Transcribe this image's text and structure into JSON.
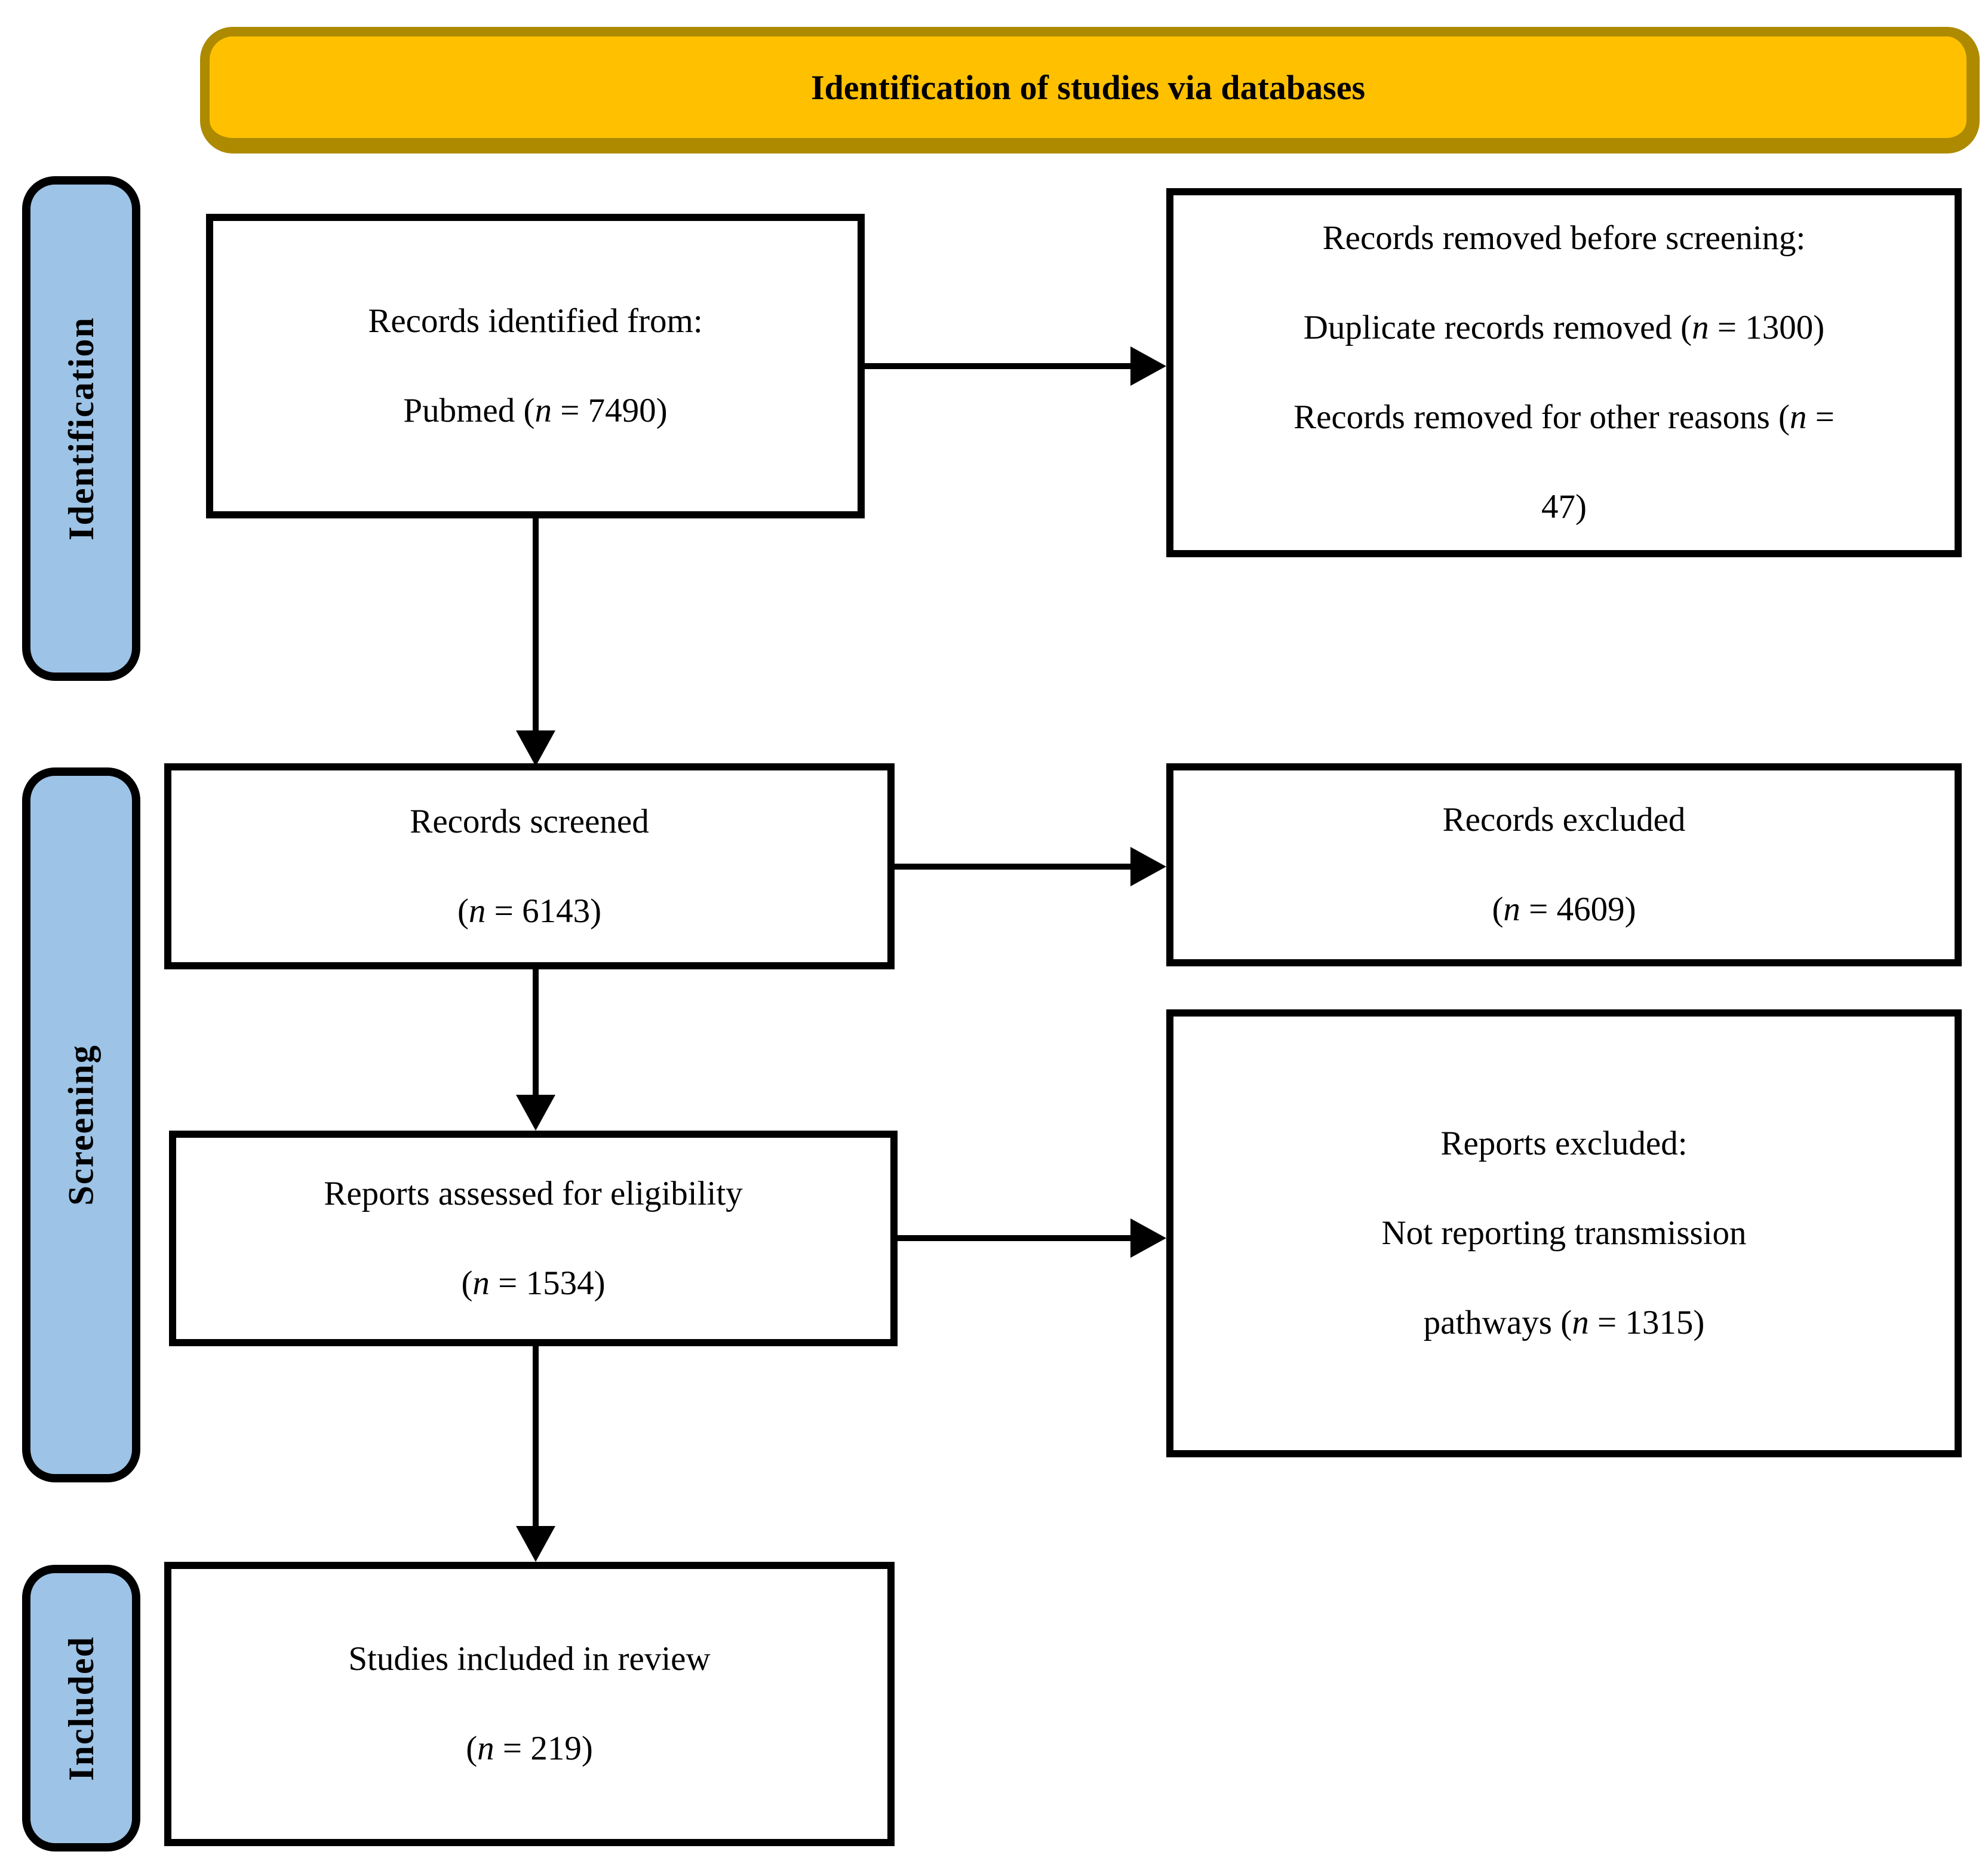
{
  "header": {
    "title": "Identification of studies via databases"
  },
  "stages": [
    {
      "label": "Identification"
    },
    {
      "label": "Screening"
    },
    {
      "label": "Included"
    }
  ],
  "boxes": {
    "records_identified": {
      "lines": [
        "Records identified from:",
        "Pubmed (n = 7490)"
      ]
    },
    "records_removed_before_screening": {
      "lines": [
        "Records removed before screening:",
        "Duplicate records removed (n = 1300)",
        "Records removed for other reasons (n =",
        "47)"
      ]
    },
    "records_screened": {
      "lines": [
        "Records screened",
        "(n = 6143)"
      ]
    },
    "records_excluded": {
      "lines": [
        "Records excluded",
        "(n = 4609)"
      ]
    },
    "reports_assessed_for_eligibility": {
      "lines": [
        "Reports assessed for eligibility",
        "(n = 1534)"
      ]
    },
    "reports_excluded": {
      "lines": [
        "Reports excluded:",
        "Not reporting transmission",
        "pathways (n = 1315)"
      ]
    },
    "studies_included_in_review": {
      "lines": [
        "Studies included in review",
        "(n = 219)"
      ]
    }
  },
  "counts": {
    "records_identified_pubmed": 7490,
    "duplicate_records_removed": 1300,
    "records_removed_other_reasons": 47,
    "records_screened": 6143,
    "records_excluded": 4609,
    "reports_assessed_for_eligibility": 1534,
    "reports_excluded_not_reporting_transmission_pathways": 1315,
    "studies_included_in_review": 219
  },
  "colors": {
    "header_fill": "#FFC000",
    "header_border": "#AD8A00",
    "stage_fill": "#9DC3E6",
    "stage_border": "#000000",
    "box_border": "#000000",
    "arrow": "#000000",
    "text": "#000000"
  }
}
